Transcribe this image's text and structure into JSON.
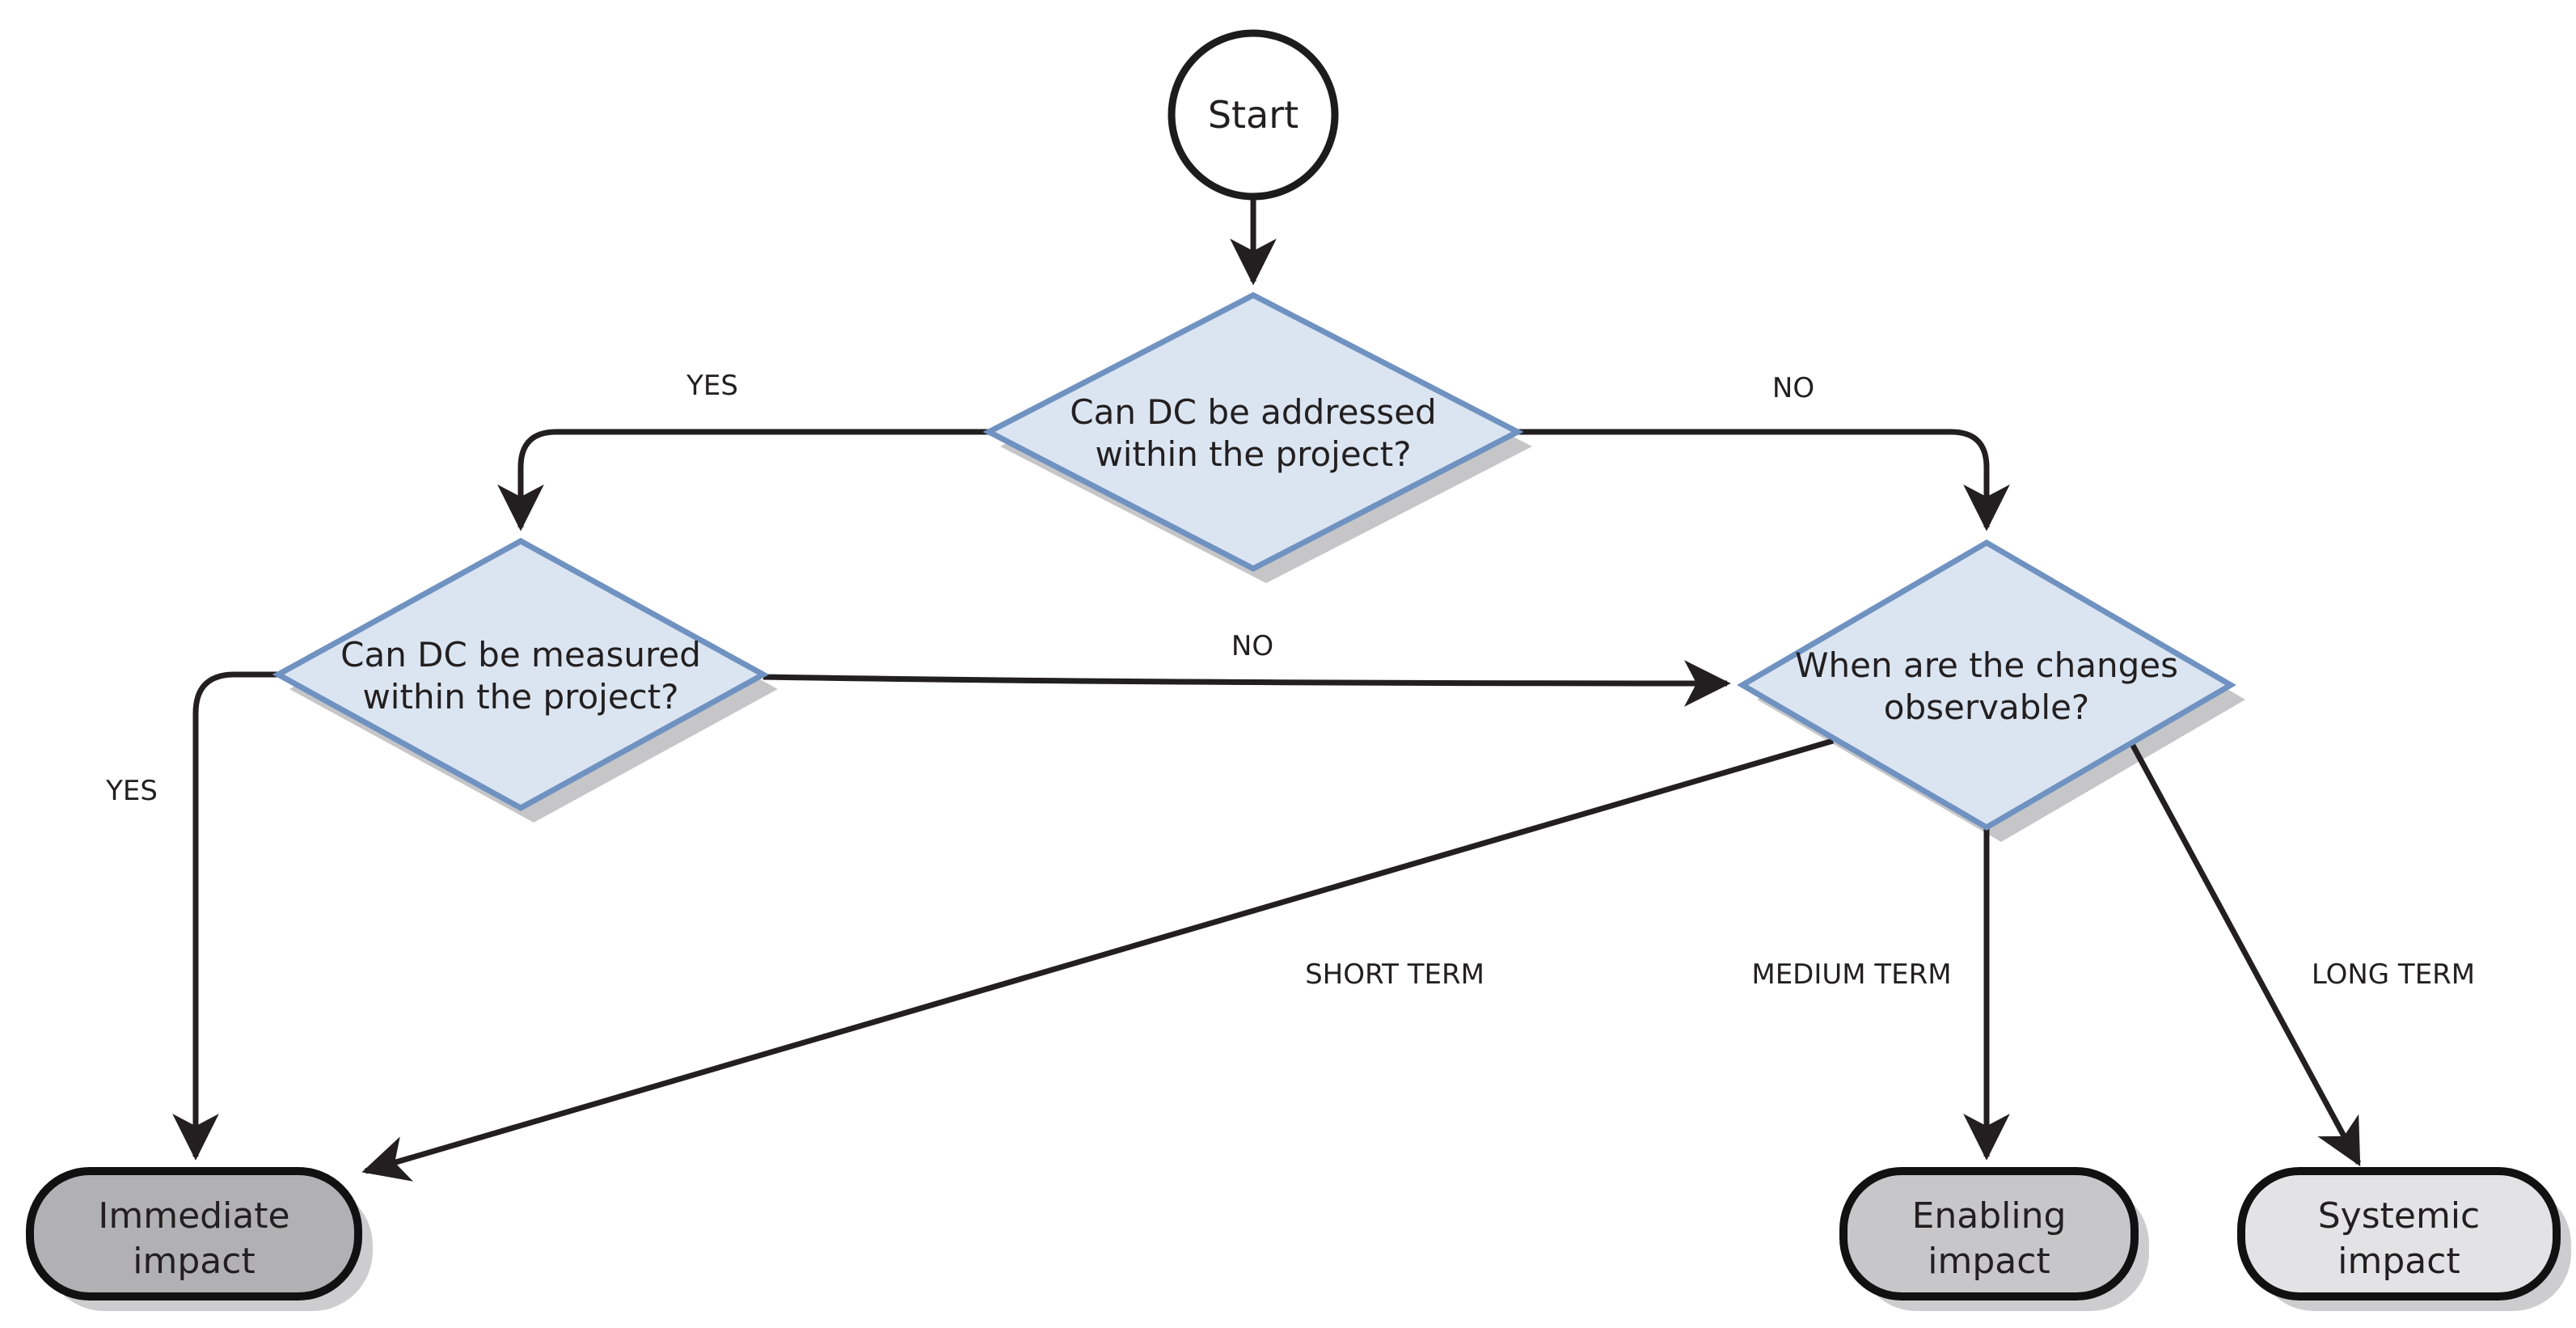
{
  "diagram": {
    "background_color": "#ffffff",
    "line_color": "#231f20",
    "shadow_color": "#c6c6c8",
    "diamond_fill_color": "#dbe5f1",
    "diamond_border_color": "#6f92c1",
    "start": {
      "label": "Start"
    },
    "decisions": {
      "addressed": {
        "lines": [
          "Can DC be addressed",
          "within the project?"
        ]
      },
      "measured": {
        "lines": [
          "Can DC be measured",
          "within the project?"
        ]
      },
      "observable": {
        "lines": [
          "When are the changes",
          "observable?"
        ]
      }
    },
    "outcomes": {
      "immediate": {
        "lines": [
          "Immediate",
          "impact"
        ],
        "fill_color": "#b1b1b4"
      },
      "enabling": {
        "lines": [
          "Enabling",
          "impact"
        ],
        "fill_color": "#c7c7c9"
      },
      "systemic": {
        "lines": [
          "Systemic",
          "impact"
        ],
        "fill_color": "#e3e3e5"
      }
    },
    "edge_labels": {
      "yes_top": "YES",
      "no_top": "NO",
      "yes_left": "YES",
      "no_mid": "NO",
      "short_term": "SHORT TERM",
      "medium_term": "MEDIUM TERM",
      "long_term": "LONG TERM"
    }
  }
}
